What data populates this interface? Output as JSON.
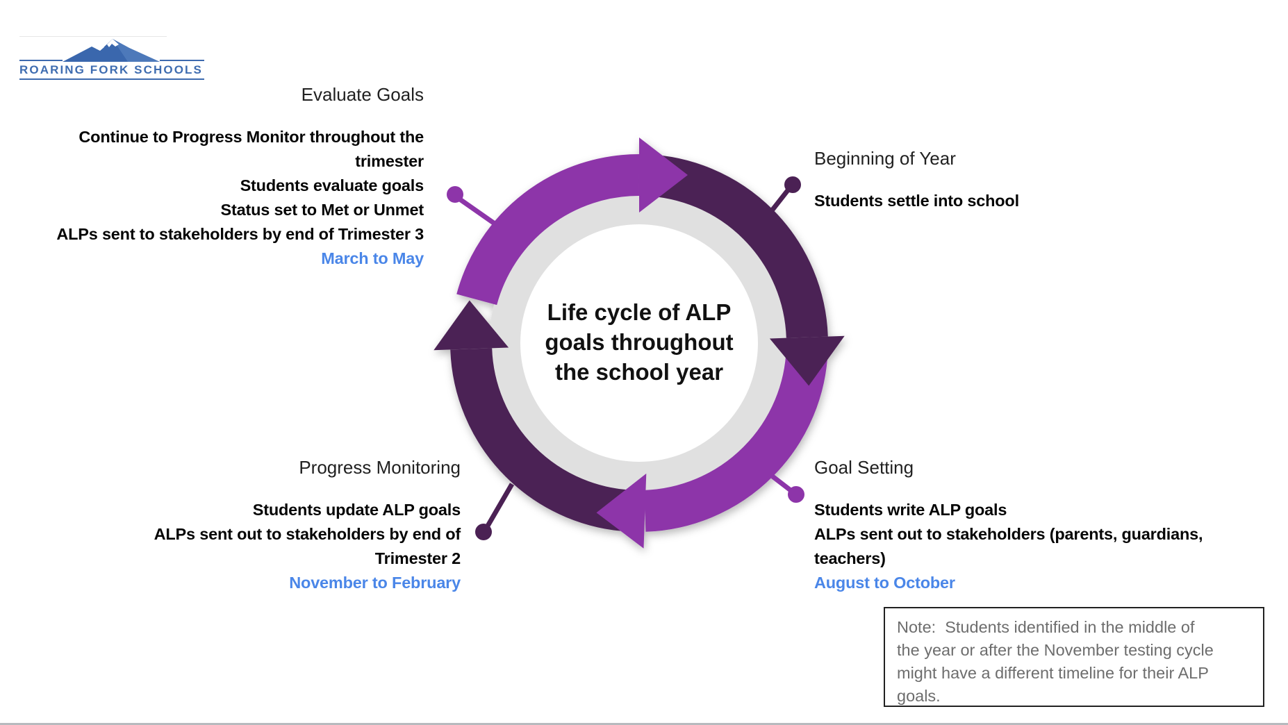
{
  "logo": {
    "text": "ROARING FORK SCHOOLS"
  },
  "diagram": {
    "center_title_lines": [
      "Life cycle of ALP",
      "goals throughout",
      "the school year"
    ],
    "colors": {
      "bright_purple": "#8d35a9",
      "dark_purple": "#4b2154",
      "ring_gray": "#e0e0e0",
      "inner_white": "#ffffff",
      "date_blue": "#4a86e8",
      "logo_blue": "#3e6cb0",
      "note_gray": "#6d6d6d"
    }
  },
  "stages": [
    {
      "heading": "Evaluate Goals",
      "lines": [
        "Continue to Progress Monitor throughout the",
        "trimester",
        "Students evaluate goals",
        "Status set to Met or Unmet",
        "ALPs sent to stakeholders by end of Trimester 3"
      ],
      "date": "March to May"
    },
    {
      "heading": "Beginning of Year",
      "lines": [
        "Students settle into school"
      ],
      "date": ""
    },
    {
      "heading": "Goal Setting",
      "lines": [
        "Students write ALP goals",
        "ALPs sent out to stakeholders (parents, guardians,",
        "teachers)"
      ],
      "date": "August to October"
    },
    {
      "heading": "Progress Monitoring",
      "lines": [
        "Students update ALP goals",
        "ALPs sent out to stakeholders by end of",
        "Trimester 2"
      ],
      "date": "November to February"
    }
  ],
  "note": {
    "lines": [
      "Note:  Students identified in the middle of",
      "the year or after the November testing cycle",
      "might have a different timeline for their ALP",
      "goals."
    ]
  }
}
